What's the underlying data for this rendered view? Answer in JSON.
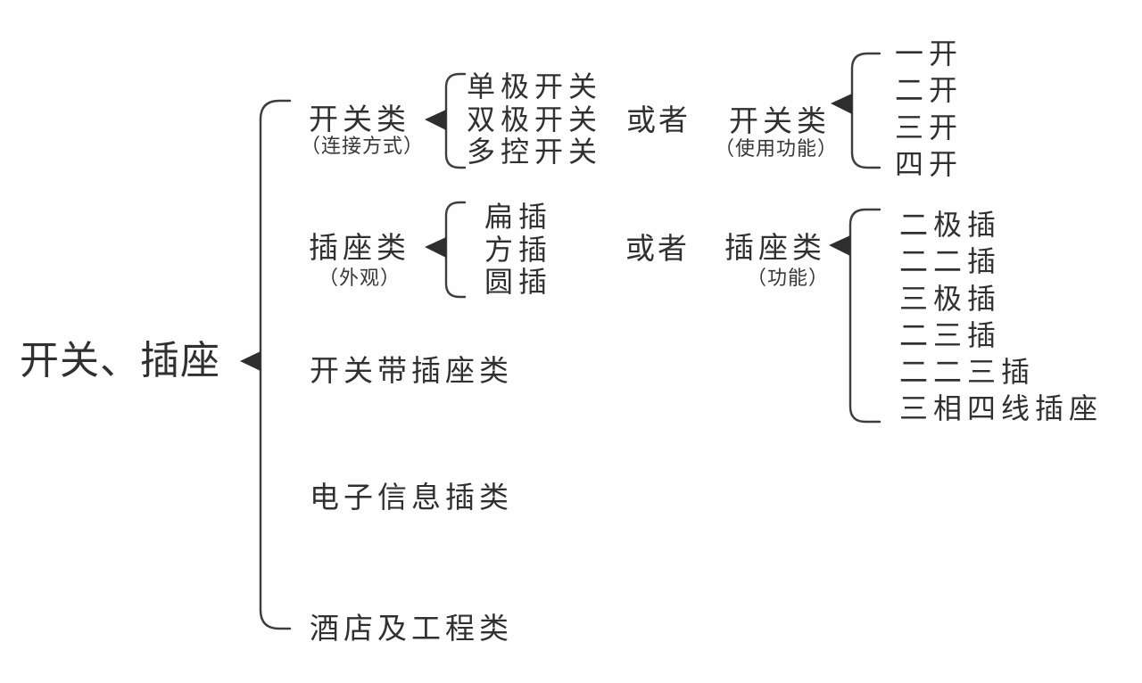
{
  "root": {
    "label": "开关、插座"
  },
  "groups": {
    "switch_by_connection": {
      "label": "开关类",
      "sublabel": "（连接方式）",
      "items": [
        "单极开关",
        "双极开关",
        "多控开关"
      ]
    },
    "or_top": "或者",
    "switch_by_function": {
      "label": "开关类",
      "sublabel": "（使用功能）",
      "items": [
        "一开",
        "二开",
        "三开",
        "四开"
      ]
    },
    "socket_by_appearance": {
      "label": "插座类",
      "sublabel": "（外观）",
      "items": [
        "扁插",
        "方插",
        "圆插"
      ]
    },
    "or_middle": "或者",
    "socket_by_function": {
      "label": "插座类",
      "sublabel": "（功能）",
      "items": [
        "二极插",
        "二二插",
        "三极插",
        "二三插",
        "二二三插",
        "三相四线插座"
      ]
    },
    "switch_with_socket": {
      "label": "开关带插座类"
    },
    "electronic_info": {
      "label": "电子信息插类"
    },
    "hotel_engineering": {
      "label": "酒店及工程类"
    }
  },
  "colors": {
    "background": "#fefefe",
    "text": "#303030",
    "line": "#3d3d3d"
  }
}
